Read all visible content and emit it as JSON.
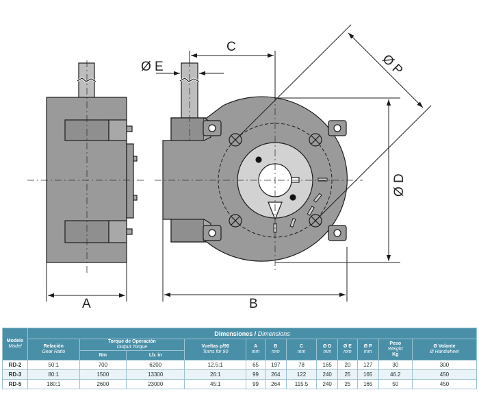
{
  "drawing": {
    "labels": {
      "a": "A",
      "b": "B",
      "c": "C",
      "d": "Ø D",
      "e": "Ø E",
      "p": "Ø P"
    },
    "colors": {
      "body": "#9a9a9a",
      "light": "#d2d2d2",
      "outline": "#1c1c1c"
    }
  },
  "table": {
    "band_title": "Dimensiones",
    "band_sep": " / ",
    "band_title_en": "Dimensions",
    "model": {
      "es": "Modelo",
      "en": "Model"
    },
    "columns": [
      {
        "es": "Relación",
        "en": "Gear Ratio"
      },
      {
        "es": "Torque de Operación",
        "en": "Output Torque",
        "sub": [
          "Nm",
          "Lb. in"
        ]
      },
      {
        "es": "Vueltas p/90",
        "en": "Turns for 90"
      },
      {
        "es": "A",
        "en": "mm"
      },
      {
        "es": "B",
        "en": "mm"
      },
      {
        "es": "C",
        "en": "mm"
      },
      {
        "es": "Ø D",
        "en": "mm"
      },
      {
        "es": "Ø E",
        "en": "mm"
      },
      {
        "es": "Ø P",
        "en": "mm"
      },
      {
        "es": "Peso",
        "en": "Weight",
        "en2": "Kg"
      },
      {
        "es": "Ø Volante",
        "en": "Ø Handwheel"
      }
    ],
    "rows": [
      {
        "model": "RD-2",
        "values": [
          "50:1",
          "700",
          "6200",
          "12.5:1",
          "65",
          "197",
          "78",
          "165",
          "20",
          "127",
          "30",
          "300"
        ]
      },
      {
        "model": "RD-3",
        "values": [
          "80:1",
          "1500",
          "13300",
          "26:1",
          "99",
          "264",
          "122",
          "240",
          "25",
          "165",
          "46.2",
          "450"
        ]
      },
      {
        "model": "RD-5",
        "values": [
          "180:1",
          "2600",
          "23000",
          "45:1",
          "99",
          "264",
          "115.5",
          "240",
          "25",
          "165",
          "50",
          "450"
        ]
      }
    ]
  }
}
